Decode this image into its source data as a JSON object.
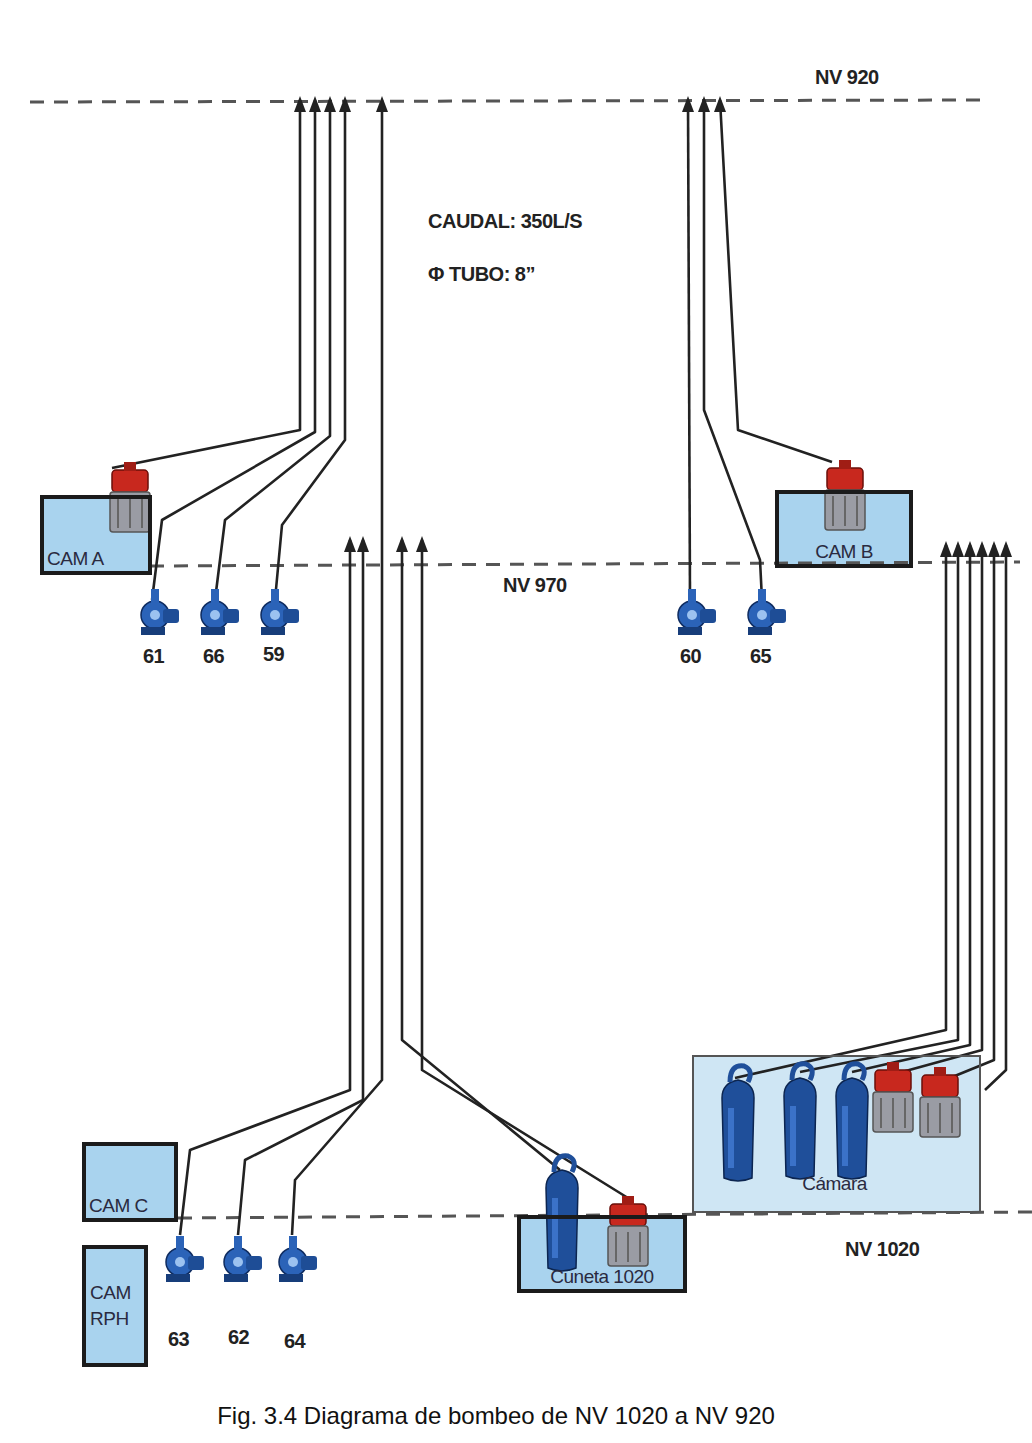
{
  "diagram": {
    "caption": "Fig. 3.4 Diagrama de bombeo de NV 1020 a NV 920",
    "nodes": [
      {
        "text": [
          "CAM A"
        ]
      },
      {
        "text": [
          "CAM B"
        ]
      },
      {
        "text": [
          "Cámara"
        ]
      },
      {
        "text": [
          "CAM C"
        ]
      },
      {
        "text": [
          "CAM RPH"
        ]
      },
      {
        "text": [
          "Cuneta 1020"
        ]
      }
    ],
    "labels": [
      "NV 920",
      "CAUDAL: 350L/S",
      "Φ TUBO: 8”",
      "NV 970",
      "61",
      "66",
      "59",
      "60",
      "65",
      "NV 1020",
      "63",
      "62",
      "64"
    ]
  }
}
